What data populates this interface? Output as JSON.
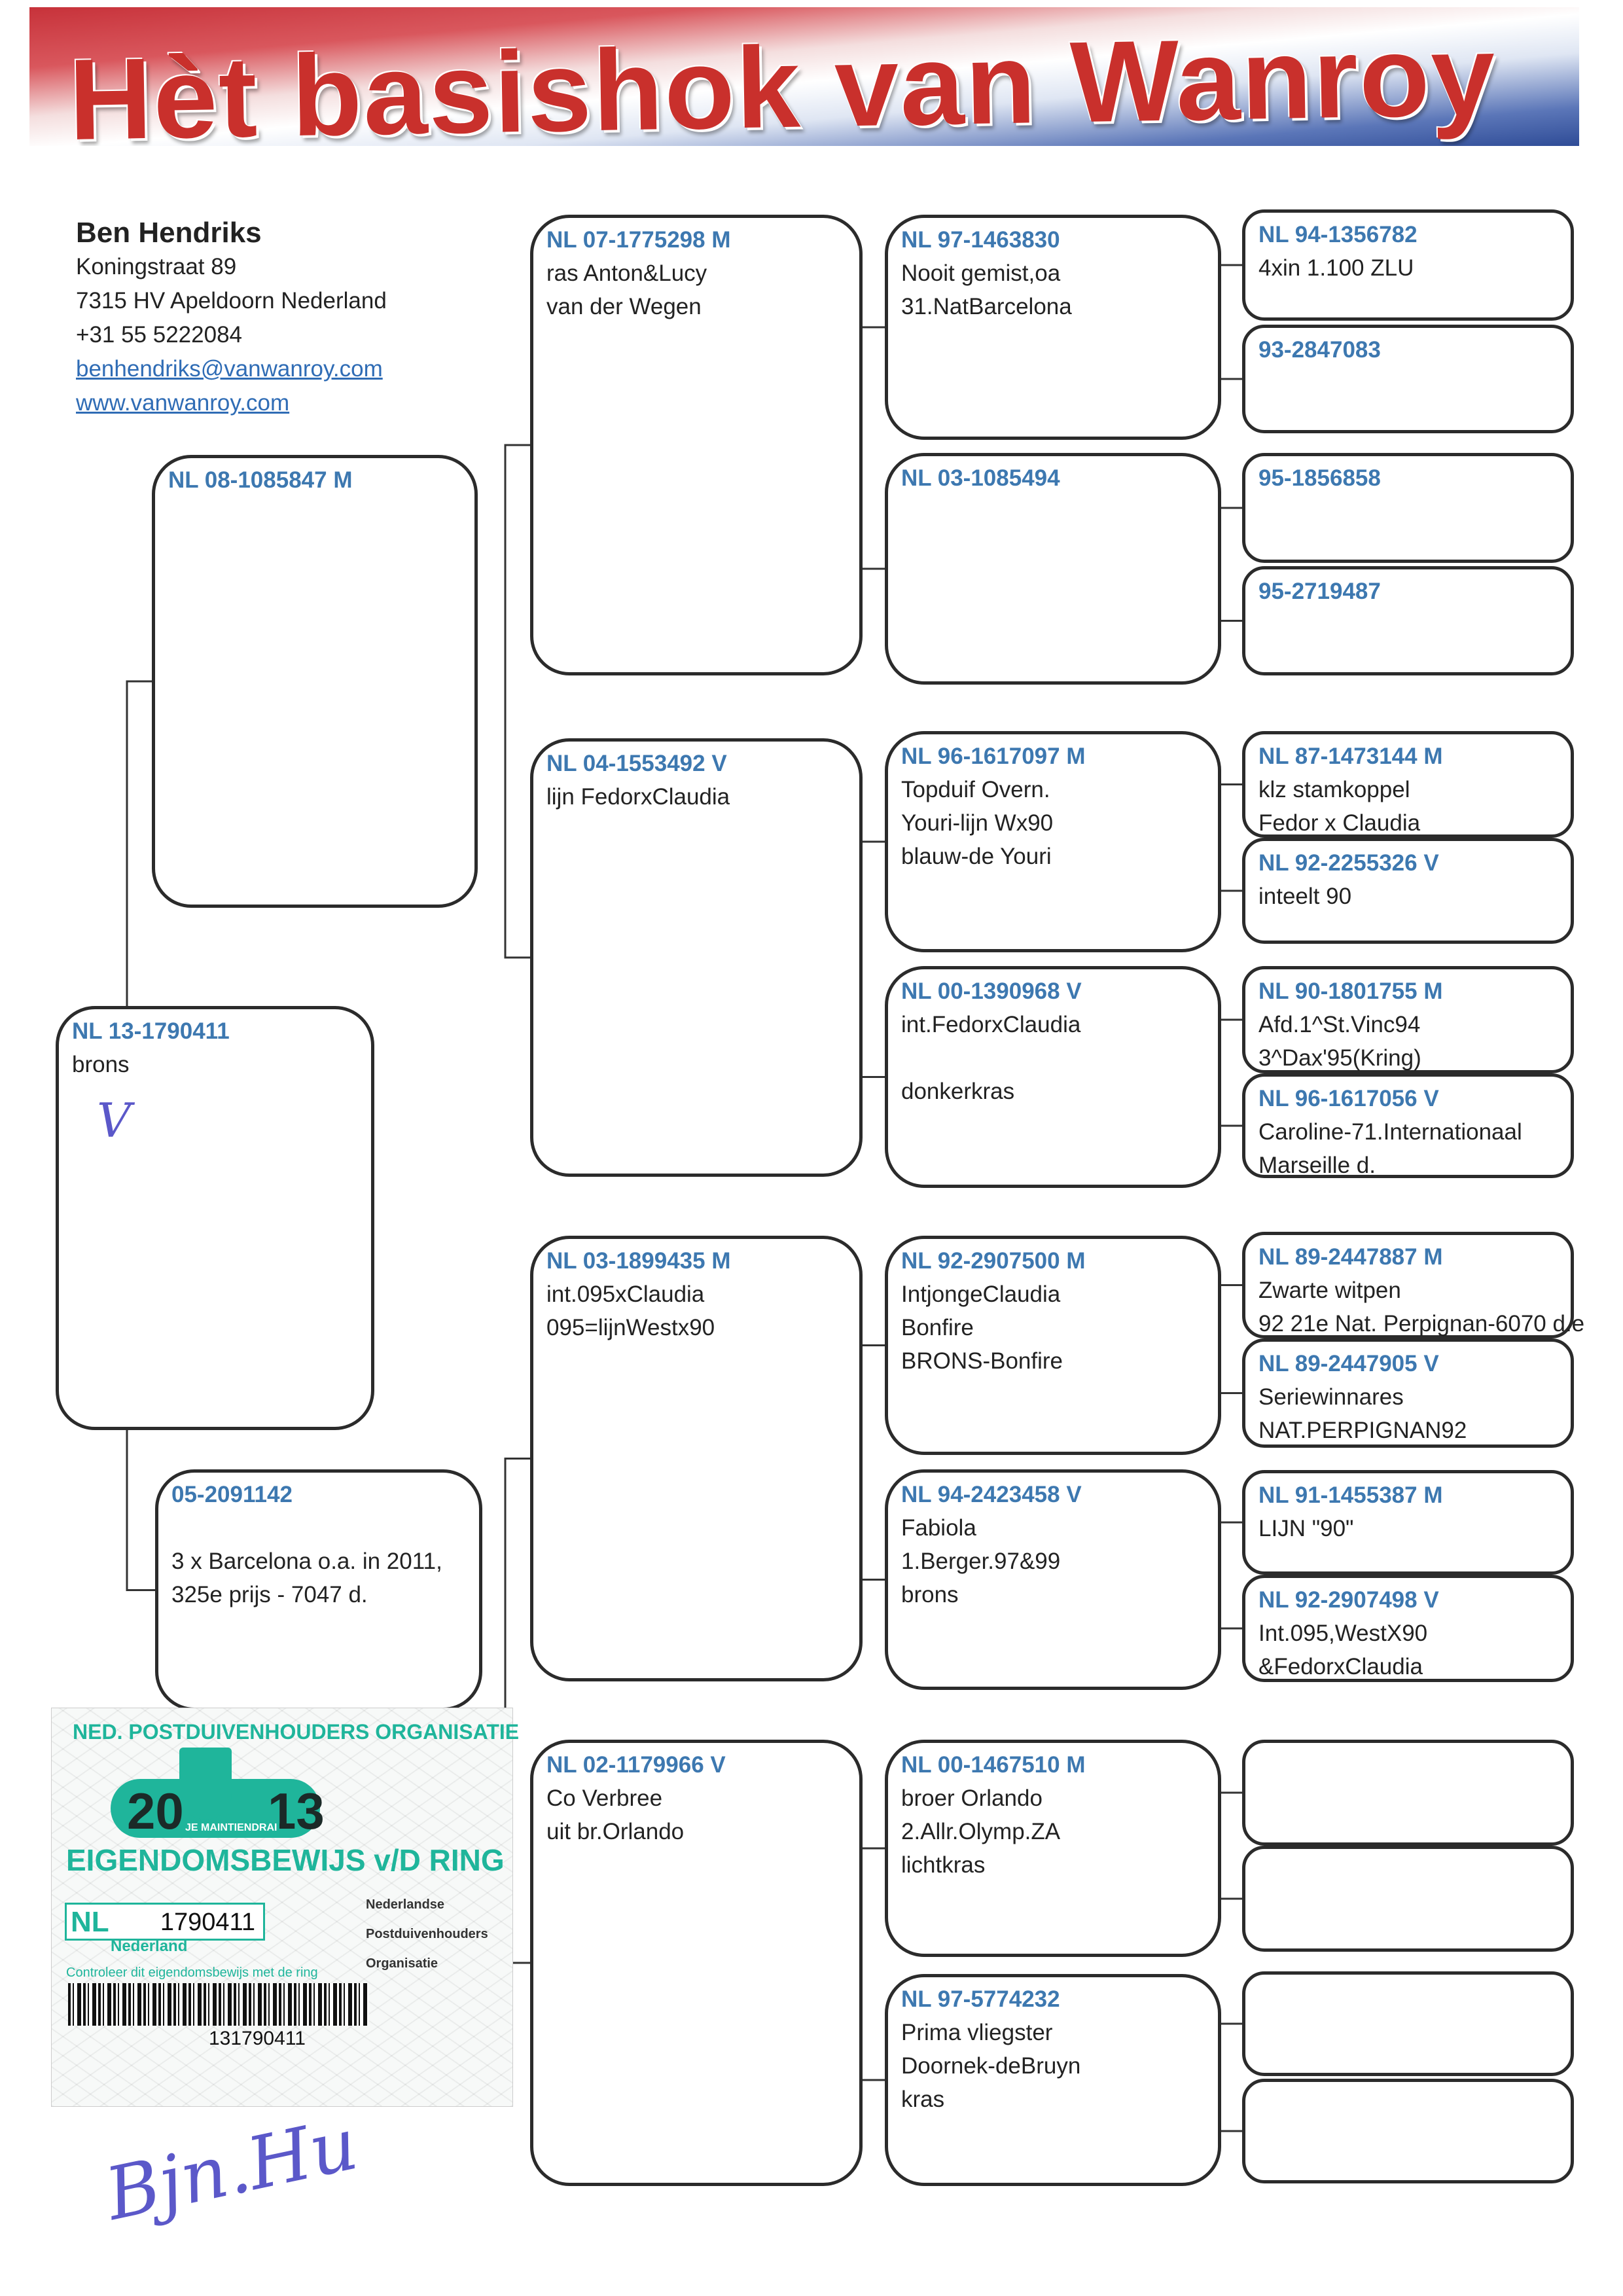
{
  "header": {
    "title": "Hèt basishok van Wanroy"
  },
  "owner": {
    "name": "Ben Hendriks",
    "street": "Koningstraat 89",
    "city": "7315 HV Apeldoorn Nederland",
    "phone": "+31 55 5222084",
    "email": "benhendriks@vanwanroy.com",
    "website": "www.vanwanroy.com"
  },
  "pedigree": {
    "subject": {
      "ring": "NL 13-1790411",
      "lines": [
        "brons"
      ],
      "handwritten_mark": "V"
    },
    "parents": [
      {
        "ring": "NL 08-1085847 M",
        "lines": []
      },
      {
        "ring": "05-2091142",
        "lines": [
          "",
          "3 x Barcelona o.a. in 2011,",
          "325e prijs - 7047 d."
        ]
      }
    ],
    "grandparents": [
      {
        "ring": "NL 07-1775298 M",
        "lines": [
          "ras Anton&Lucy",
          "van der Wegen"
        ]
      },
      {
        "ring": "NL 04-1553492 V",
        "lines": [
          "lijn FedorxClaudia"
        ]
      },
      {
        "ring": "NL 03-1899435 M",
        "lines": [
          "int.095xClaudia",
          "095=lijnWestx90"
        ]
      },
      {
        "ring": "NL 02-1179966 V",
        "lines": [
          "Co Verbree",
          "uit br.Orlando"
        ]
      }
    ],
    "great_grandparents": [
      {
        "ring": "NL 97-1463830",
        "lines": [
          "Nooit gemist,oa",
          "31.NatBarcelona"
        ]
      },
      {
        "ring": "NL 03-1085494",
        "lines": []
      },
      {
        "ring": "NL 96-1617097 M",
        "lines": [
          "Topduif Overn.",
          "Youri-lijn Wx90",
          "blauw-de Youri"
        ]
      },
      {
        "ring": "NL 00-1390968 V",
        "lines": [
          "int.FedorxClaudia",
          "",
          "donkerkras"
        ]
      },
      {
        "ring": "NL 92-2907500 M",
        "lines": [
          "IntjongeClaudia",
          "Bonfire",
          "BRONS-Bonfire"
        ]
      },
      {
        "ring": "NL 94-2423458 V",
        "lines": [
          "Fabiola",
          "1.Berger.97&99",
          "brons"
        ]
      },
      {
        "ring": "NL 00-1467510 M",
        "lines": [
          "broer Orlando",
          "2.Allr.Olymp.ZA",
          "lichtkras"
        ]
      },
      {
        "ring": "NL 97-5774232",
        "lines": [
          "Prima vliegster",
          "Doornek-deBruyn",
          "kras"
        ]
      }
    ],
    "great_great_grandparents": [
      {
        "ring": "NL 94-1356782",
        "lines": [
          "4xin 1.100 ZLU"
        ]
      },
      {
        "ring": "93-2847083",
        "lines": []
      },
      {
        "ring": "95-1856858",
        "lines": []
      },
      {
        "ring": "95-2719487",
        "lines": []
      },
      {
        "ring": "NL 87-1473144 M",
        "lines": [
          "klz stamkoppel",
          "Fedor x Claudia"
        ]
      },
      {
        "ring": "NL 92-2255326 V",
        "lines": [
          "inteelt 90"
        ]
      },
      {
        "ring": "NL 90-1801755 M",
        "lines": [
          "Afd.1^St.Vinc94",
          "3^Dax'95(Kring)"
        ]
      },
      {
        "ring": "NL 96-1617056 V",
        "lines": [
          "Caroline-71.Internationaal",
          "Marseille d."
        ]
      },
      {
        "ring": "NL 89-2447887 M",
        "lines": [
          "Zwarte witpen",
          "92 21e Nat. Perpignan-6070 d.e"
        ]
      },
      {
        "ring": "NL 89-2447905 V",
        "lines": [
          "Seriewinnares",
          "NAT.PERPIGNAN92"
        ]
      },
      {
        "ring": "NL 91-1455387 M",
        "lines": [
          "LIJN \"90\""
        ]
      },
      {
        "ring": "NL 92-2907498 V",
        "lines": [
          "Int.095,WestX90",
          "&FedorxClaudia"
        ]
      },
      {
        "ring": "",
        "lines": []
      },
      {
        "ring": "",
        "lines": []
      },
      {
        "ring": "",
        "lines": []
      },
      {
        "ring": "",
        "lines": []
      }
    ]
  },
  "certificate": {
    "organisation": "NED. POSTDUIVENHOUDERS ORGANISATIE",
    "year_left": "20",
    "year_right": "13",
    "motto": "JE MAINTIENDRAI",
    "title": "EIGENDOMSBEWIJS v/D RING",
    "country_code": "NL",
    "ring_number": "1790411",
    "country": "Nederland",
    "npo_lines": [
      "Nederlandse",
      "Postduivenhouders",
      "Organisatie"
    ],
    "check_note": "Controleer dit eigendomsbewijs met de ring",
    "barcode_number": "131790411"
  },
  "signature": "Bjn.Hu",
  "colors": {
    "ring_blue": "#3d78b0",
    "npo_green": "#1fb59b",
    "banner_red": "#c9302c"
  }
}
